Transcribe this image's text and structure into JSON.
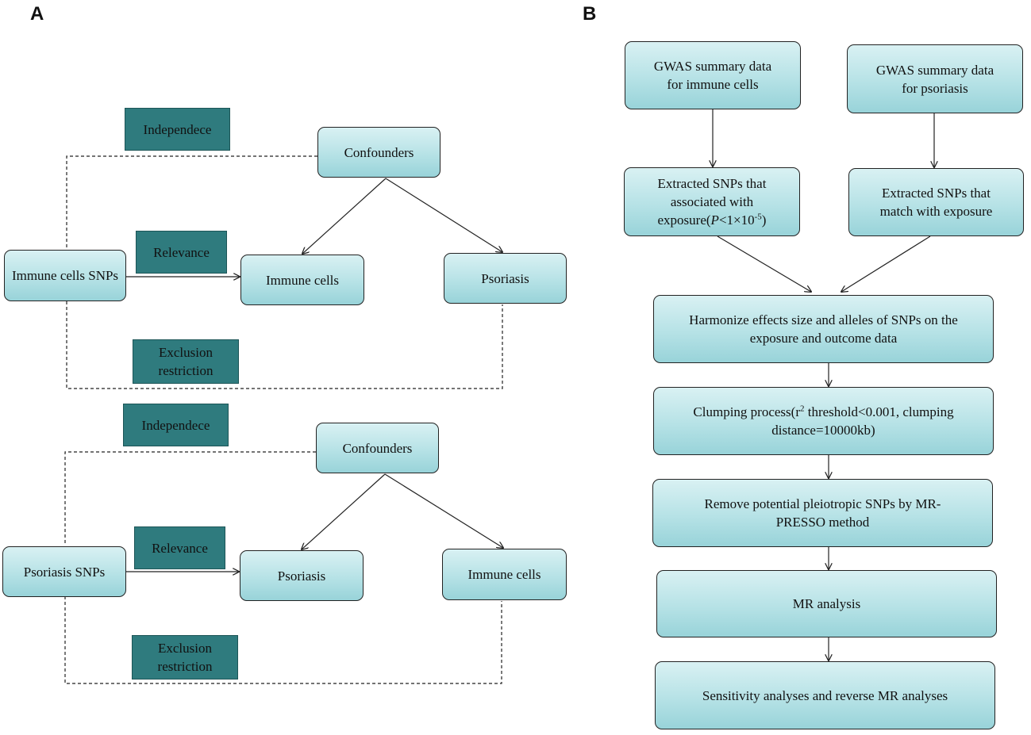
{
  "panel_a": {
    "letter": "A",
    "top": {
      "confounders": "Confounders",
      "instrument": "Immune cells SNPs",
      "exposure": "Immune cells",
      "outcome": "Psoriasis",
      "label_independence": "Independece",
      "label_relevance": "Relevance",
      "label_exclusion": "Exclusion restriction"
    },
    "bottom": {
      "confounders": "Confounders",
      "instrument": "Psoriasis SNPs",
      "exposure": "Psoriasis",
      "outcome": "Immune cells",
      "label_independence": "Independece",
      "label_relevance": "Relevance",
      "label_exclusion": "Exclusion restriction"
    }
  },
  "panel_b": {
    "letter": "B",
    "gwas_immune": "GWAS summary data for immune cells",
    "gwas_psoriasis": "GWAS summary data for psoriasis",
    "extract_exposure_pre": "Extracted SNPs that associated with exposure(",
    "extract_exposure_p": "P",
    "extract_exposure_mid": "<1×10",
    "extract_exposure_exp": "-5",
    "extract_exposure_post": ")",
    "extract_match": "Extracted SNPs that match with exposure",
    "harmonize": "Harmonize effects size and alleles of SNPs on the exposure and outcome data",
    "clump_pre": "Clumping process(r",
    "clump_exp": "2",
    "clump_post": " threshold<0.001, clumping distance=10000kb)",
    "presso": "Remove potential pleiotropic SNPs by MR-PRESSO method",
    "mr": "MR analysis",
    "sensitivity": "Sensitivity analyses and reverse MR analyses"
  }
}
